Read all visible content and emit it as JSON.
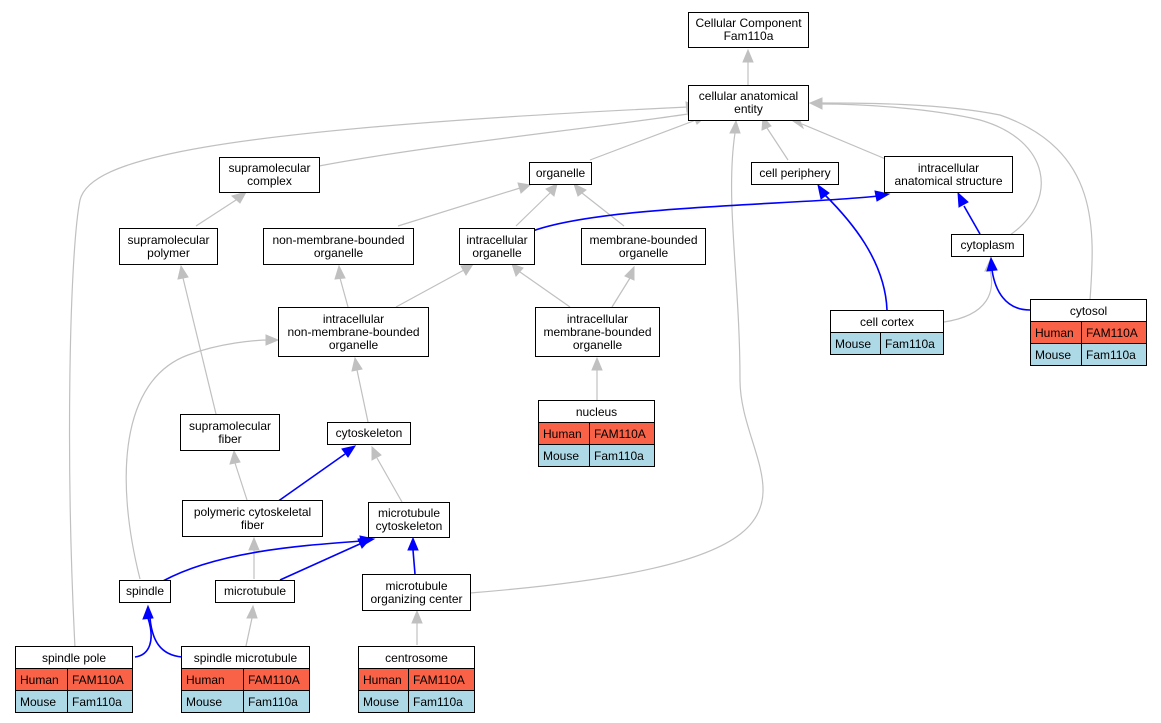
{
  "diagram": {
    "colors": {
      "regular_edge": "#c0c0c0",
      "highlight_edge": "#0000ff",
      "human_cell": "#fa6247",
      "mouse_cell": "#add8e6"
    },
    "nodes": {
      "root": {
        "line1": "Cellular Component",
        "line2": "Fam110a"
      },
      "cae": {
        "line1": "cellular anatomical",
        "line2": "entity"
      },
      "supcomplex": {
        "line1": "supramolecular",
        "line2": "complex"
      },
      "organelle": {
        "line1": "organelle"
      },
      "cellperiph": {
        "line1": "cell periphery"
      },
      "intracell_struct": {
        "line1": "intracellular",
        "line2": "anatomical structure"
      },
      "suppolymer": {
        "line1": "supramolecular",
        "line2": "polymer"
      },
      "nonmem": {
        "line1": "non-membrane-bounded",
        "line2": "organelle"
      },
      "intraorg": {
        "line1": "intracellular",
        "line2": "organelle"
      },
      "membound": {
        "line1": "membrane-bounded",
        "line2": "organelle"
      },
      "cytoplasm": {
        "line1": "cytoplasm"
      },
      "intranonmem": {
        "line1": "intracellular",
        "line2": "non-membrane-bounded",
        "line3": "organelle"
      },
      "intramem": {
        "line1": "intracellular",
        "line2": "membrane-bounded",
        "line3": "organelle"
      },
      "supfiber": {
        "line1": "supramolecular",
        "line2": "fiber"
      },
      "cytoskeleton": {
        "line1": "cytoskeleton"
      },
      "polyfiber": {
        "line1": "polymeric cytoskeletal",
        "line2": "fiber"
      },
      "mtcyto": {
        "line1": "microtubule",
        "line2": "cytoskeleton"
      },
      "spindle": {
        "line1": "spindle"
      },
      "microtubule": {
        "line1": "microtubule"
      },
      "mtoc": {
        "line1": "microtubule",
        "line2": "organizing center"
      }
    },
    "tables": {
      "nucleus": {
        "title": "nucleus",
        "human_label": "Human",
        "human_gene": "FAM110A",
        "mouse_label": "Mouse",
        "mouse_gene": "Fam110a"
      },
      "cellcortex": {
        "title": "cell cortex",
        "mouse_label": "Mouse",
        "mouse_gene": "Fam110a"
      },
      "cytosol": {
        "title": "cytosol",
        "human_label": "Human",
        "human_gene": "FAM110A",
        "mouse_label": "Mouse",
        "mouse_gene": "Fam110a"
      },
      "spindlepole": {
        "title": "spindle pole",
        "human_label": "Human",
        "human_gene": "FAM110A",
        "mouse_label": "Mouse",
        "mouse_gene": "Fam110a"
      },
      "spindlemt": {
        "title": "spindle microtubule",
        "human_label": "Human",
        "human_gene": "FAM110A",
        "mouse_label": "Mouse",
        "mouse_gene": "Fam110a"
      },
      "centrosome": {
        "title": "centrosome",
        "human_label": "Human",
        "human_gene": "FAM110A",
        "mouse_label": "Mouse",
        "mouse_gene": "Fam110a"
      }
    }
  }
}
